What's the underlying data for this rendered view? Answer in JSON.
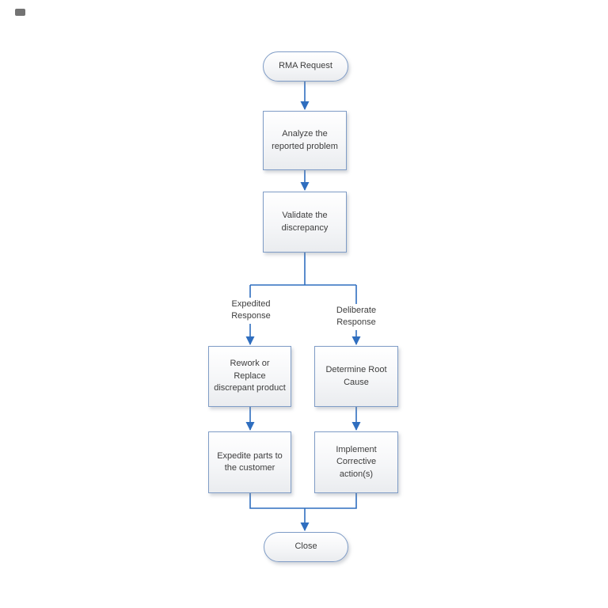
{
  "colors": {
    "connector": "#2f6ebf",
    "node_border": "#7f9cc6",
    "text": "#3d3d3d"
  },
  "flowchart": {
    "nodes": {
      "start": {
        "label": "RMA Request",
        "type": "terminator"
      },
      "analyze": {
        "label": "Analyze the\nreported problem",
        "type": "process"
      },
      "validate": {
        "label": "Validate the\ndiscrepancy",
        "type": "process"
      },
      "rework": {
        "label": "Rework or Replace\ndiscrepant product",
        "type": "process"
      },
      "determine": {
        "label": "Determine Root\nCause",
        "type": "process"
      },
      "expedite": {
        "label": "Expedite parts to\nthe customer",
        "type": "process"
      },
      "implement": {
        "label": "Implement\nCorrective action(s)",
        "type": "process"
      },
      "close": {
        "label": "Close",
        "type": "terminator"
      }
    },
    "branch_labels": {
      "left": "Expedited\nResponse",
      "right": "Deliberate\nResponse"
    }
  }
}
